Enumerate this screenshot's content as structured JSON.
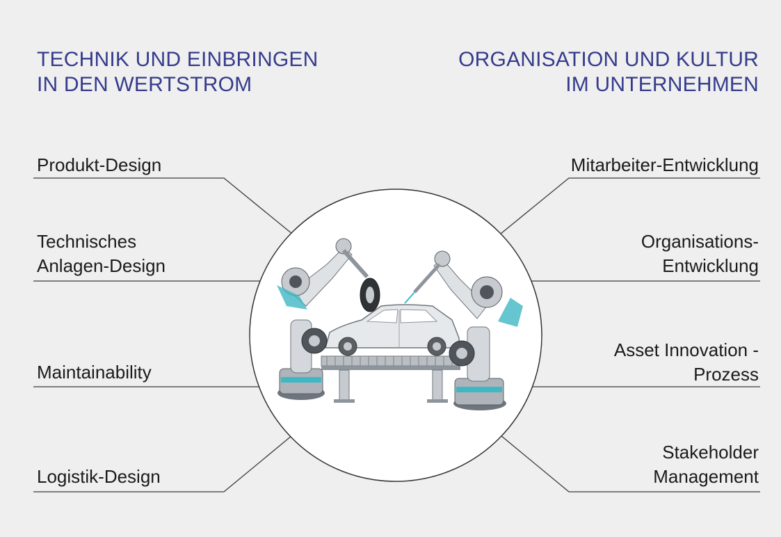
{
  "headings": {
    "left": [
      "TECHNIK UND EINBRINGEN",
      "IN DEN WERTSTROM"
    ],
    "right": [
      "ORGANISATION UND KULTUR",
      "IM UNTERNEHMEN"
    ]
  },
  "left_items": [
    {
      "lines": [
        "Produkt-Design"
      ]
    },
    {
      "lines": [
        "Technisches",
        "Anlagen-Design"
      ]
    },
    {
      "lines": [
        "Maintainability"
      ]
    },
    {
      "lines": [
        "Logistik-Design"
      ]
    }
  ],
  "right_items": [
    {
      "lines": [
        "Mitarbeiter-Entwicklung"
      ]
    },
    {
      "lines": [
        "Organisations-",
        "Entwicklung"
      ]
    },
    {
      "lines": [
        "Asset Innovation -",
        "Prozess"
      ]
    },
    {
      "lines": [
        "Stakeholder",
        "Management"
      ]
    }
  ],
  "center_image": "robot-assembly-line-icon",
  "colors": {
    "heading": "#353b8c",
    "text": "#1a1a1a",
    "line": "#333333",
    "background": "#efefef"
  }
}
